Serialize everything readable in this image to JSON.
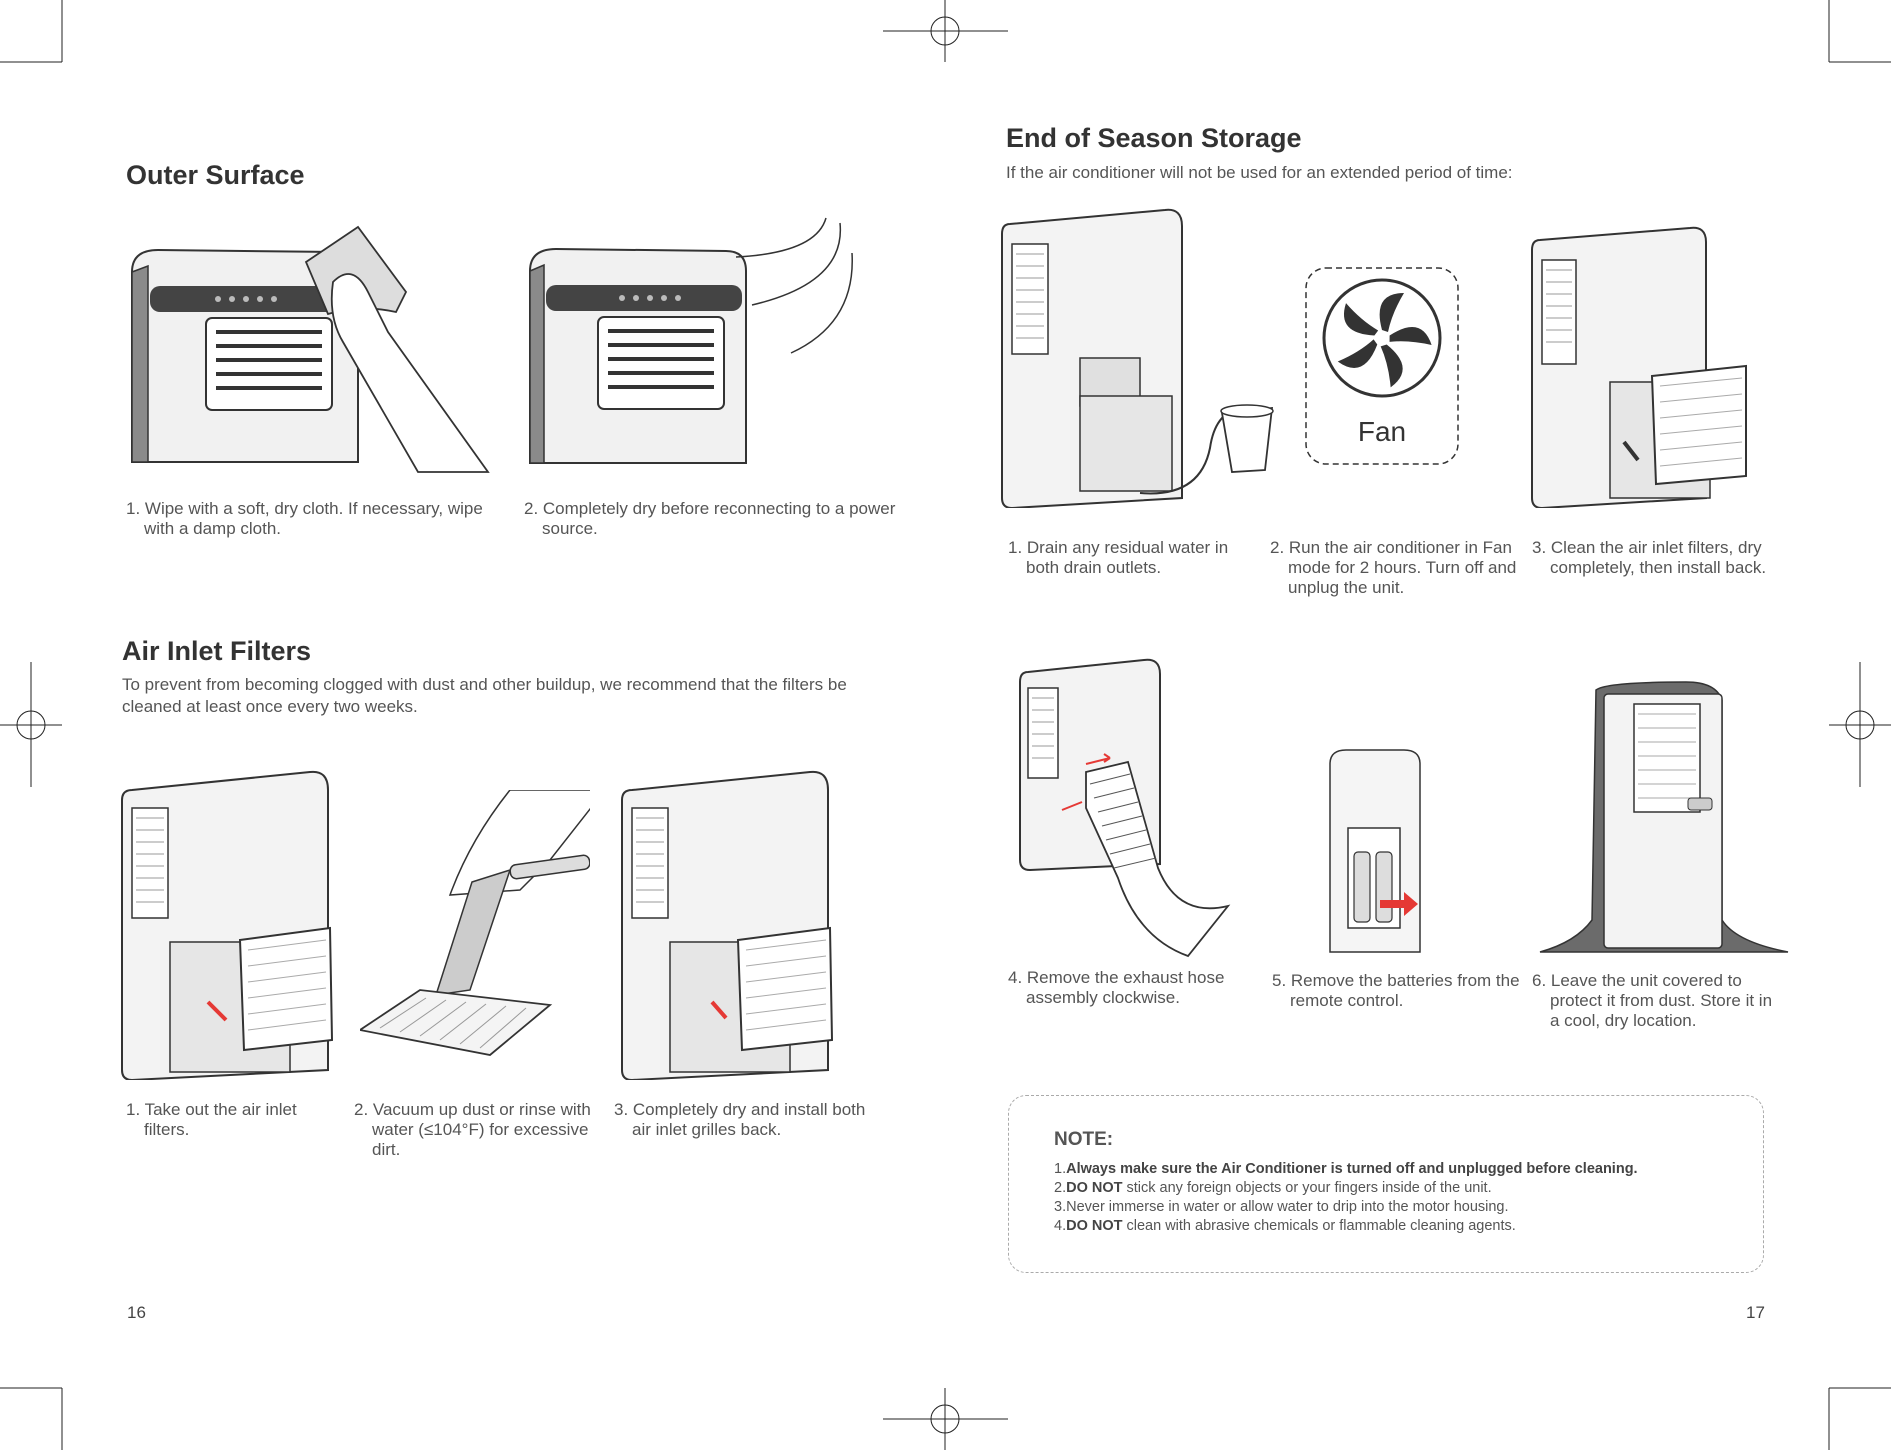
{
  "left_page": {
    "outer_surface": {
      "title": "Outer Surface",
      "steps": [
        "1. Wipe with a soft, dry cloth. If necessary, wipe with a damp cloth.",
        "2. Completely dry before reconnecting to a power source."
      ]
    },
    "air_inlet_filters": {
      "title": "Air Inlet Filters",
      "intro": "To prevent from becoming clogged with dust and other buildup, we recommend that the filters be cleaned at least once every two weeks.",
      "steps": [
        "1. Take out the air inlet filters.",
        "2. Vacuum up dust or rinse with water (≤104°F) for excessive dirt.",
        "3. Completely dry and install both air inlet grilles back."
      ]
    },
    "page_number": "16"
  },
  "right_page": {
    "end_of_season": {
      "title": "End of Season Storage",
      "intro": "If the air conditioner will not be used for an extended period of time:",
      "fan_label": "Fan",
      "steps": [
        "1. Drain any residual water in both drain outlets.",
        "2. Run the air conditioner in Fan mode for 2 hours. Turn off and unplug the unit.",
        "3. Clean the air inlet filters, dry completely, then install back.",
        "4. Remove the exhaust hose assembly clockwise.",
        "5. Remove the batteries from the remote control.",
        "6. Leave the unit covered to protect it from dust. Store it in a cool, dry location."
      ]
    },
    "note": {
      "title": "NOTE:",
      "lines": [
        {
          "prefix": "1.",
          "bold": "Always make sure the Air Conditioner is turned off and unplugged before cleaning.",
          "rest": ""
        },
        {
          "prefix": "2.",
          "bold": "DO NOT",
          "rest": " stick any foreign objects or your fingers inside of the unit."
        },
        {
          "prefix": "3.",
          "bold": "",
          "rest": "Never immerse in water or allow water to drip into the motor housing."
        },
        {
          "prefix": "4.",
          "bold": "DO NOT",
          "rest": " clean with abrasive chemicals or flammable cleaning agents."
        }
      ]
    },
    "page_number": "17"
  },
  "colors": {
    "arrow_red": "#e53935",
    "cover_gray": "#6b6b6b",
    "line": "#333333"
  }
}
